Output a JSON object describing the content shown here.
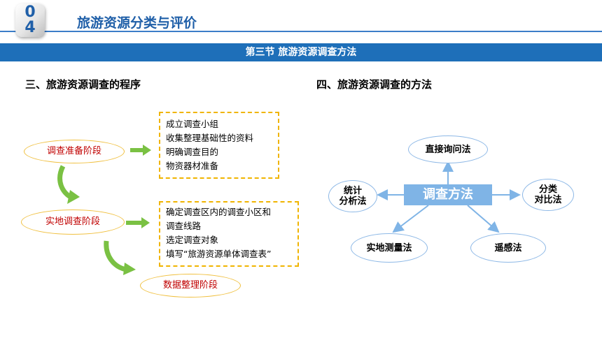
{
  "header": {
    "chapter_number": [
      "0",
      "4"
    ],
    "chapter_title": "旅游资源分类与评价",
    "section_title": "第三节  旅游资源调查方法"
  },
  "procedure": {
    "heading": "三、旅游资源调查的程序",
    "stages": [
      {
        "label": "调查准备阶段",
        "details": [
          "成立调查小组",
          "收集整理基础性的资料",
          "明确调查目的",
          "物资器材准备"
        ]
      },
      {
        "label": "实地调查阶段",
        "details": [
          "确定调查区内的调查小区和",
          "调查线路",
          "选定调查对象",
          "填写“旅游资源单体调查表”"
        ]
      },
      {
        "label": "数据整理阶段",
        "details": []
      }
    ]
  },
  "methods": {
    "heading": "四、旅游资源调查的方法",
    "center": "调查方法",
    "items": {
      "direct_inquiry": "直接询问法",
      "statistical": [
        "统计",
        "分析法"
      ],
      "comparison": [
        "分类",
        "对比法"
      ],
      "field_survey": "实地测量法",
      "remote_sensing": "遥感法"
    }
  },
  "colors": {
    "brand_blue": "#1e6fb9",
    "stage_text_red": "#c00000",
    "oval_border_yellow": "#f0c040",
    "dashed_box_border": "#f0b400",
    "arrow_green": "#7ac143",
    "method_center_blue": "#7fb4e6",
    "method_oval_border": "#8db8e6"
  }
}
